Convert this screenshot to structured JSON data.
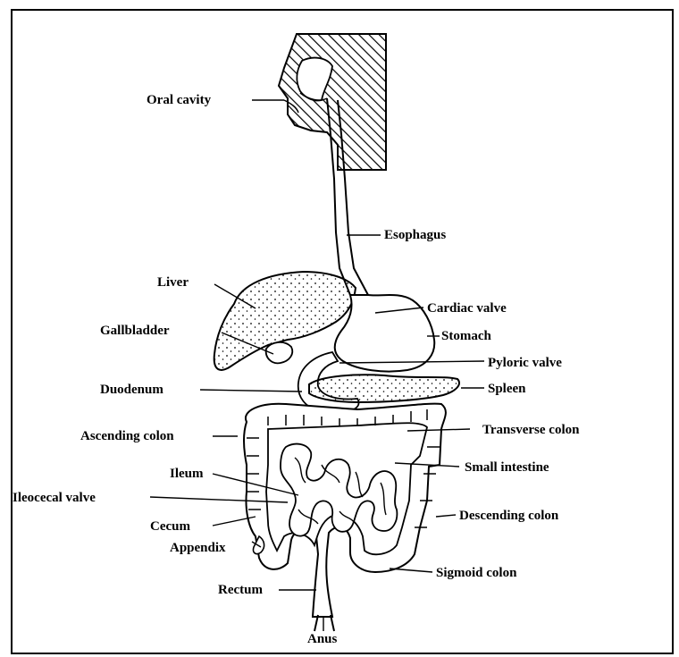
{
  "diagram": {
    "labels": {
      "oral_cavity": "Oral cavity",
      "esophagus": "Esophagus",
      "liver": "Liver",
      "cardiac_valve": "Cardiac valve",
      "gallbladder": "Gallbladder",
      "stomach": "Stomach",
      "pyloric_valve": "Pyloric valve",
      "duodenum": "Duodenum",
      "spleen": "Spleen",
      "ascending_colon": "Ascending colon",
      "transverse_colon": "Transverse colon",
      "ileum": "Ileum",
      "small_intestine": "Small intestine",
      "ileocecal_valve": "Ileocecal valve",
      "cecum": "Cecum",
      "descending_colon": "Descending colon",
      "appendix": "Appendix",
      "sigmoid_colon": "Sigmoid colon",
      "rectum": "Rectum",
      "anus": "Anus"
    }
  }
}
